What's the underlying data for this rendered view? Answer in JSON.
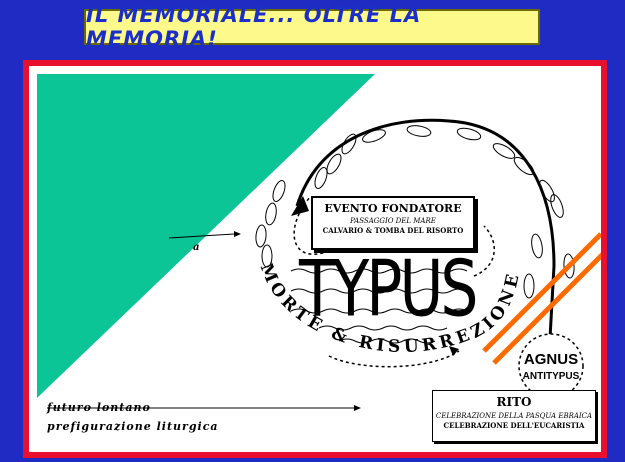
{
  "title": "IL MEMORIALE... OLTRE LA MEMORIA!",
  "evento": {
    "heading": "EVENTO FONDATORE",
    "line1": "PASSAGGIO DEL MARE",
    "line2": "CALVARIO & TOMBA DEL RISORTO"
  },
  "typus": "TYPUS",
  "arc_text": "MORTE & RISURREZIONE",
  "arc_words": [
    "M",
    "O",
    "R",
    "T",
    "E",
    " ",
    "&",
    " ",
    "R",
    "I",
    "S",
    "U",
    "R",
    "R",
    "E",
    "Z",
    "I",
    "O",
    "N",
    "E"
  ],
  "agnus": "AGNUS",
  "antitypus": "ANTITYPUS",
  "rito": {
    "heading": "RITO",
    "line1": "CELEBRAZIONE DELLA PASQUA EBRAICA",
    "line2": "CELEBRAZIONE DELL'EUCARISTIA"
  },
  "left": {
    "fragment": "a",
    "futuro": "futuro lontano",
    "prefigurazione": "prefigurazione liturgica"
  },
  "colors": {
    "frame_blue": "#1f2bc2",
    "banner_yellow": "#fdf98a",
    "frame_red": "#e8102c",
    "teal_triangle": "#0cc597",
    "orange_strike": "#ff6a00"
  },
  "icons": [
    "footprint-icon"
  ]
}
